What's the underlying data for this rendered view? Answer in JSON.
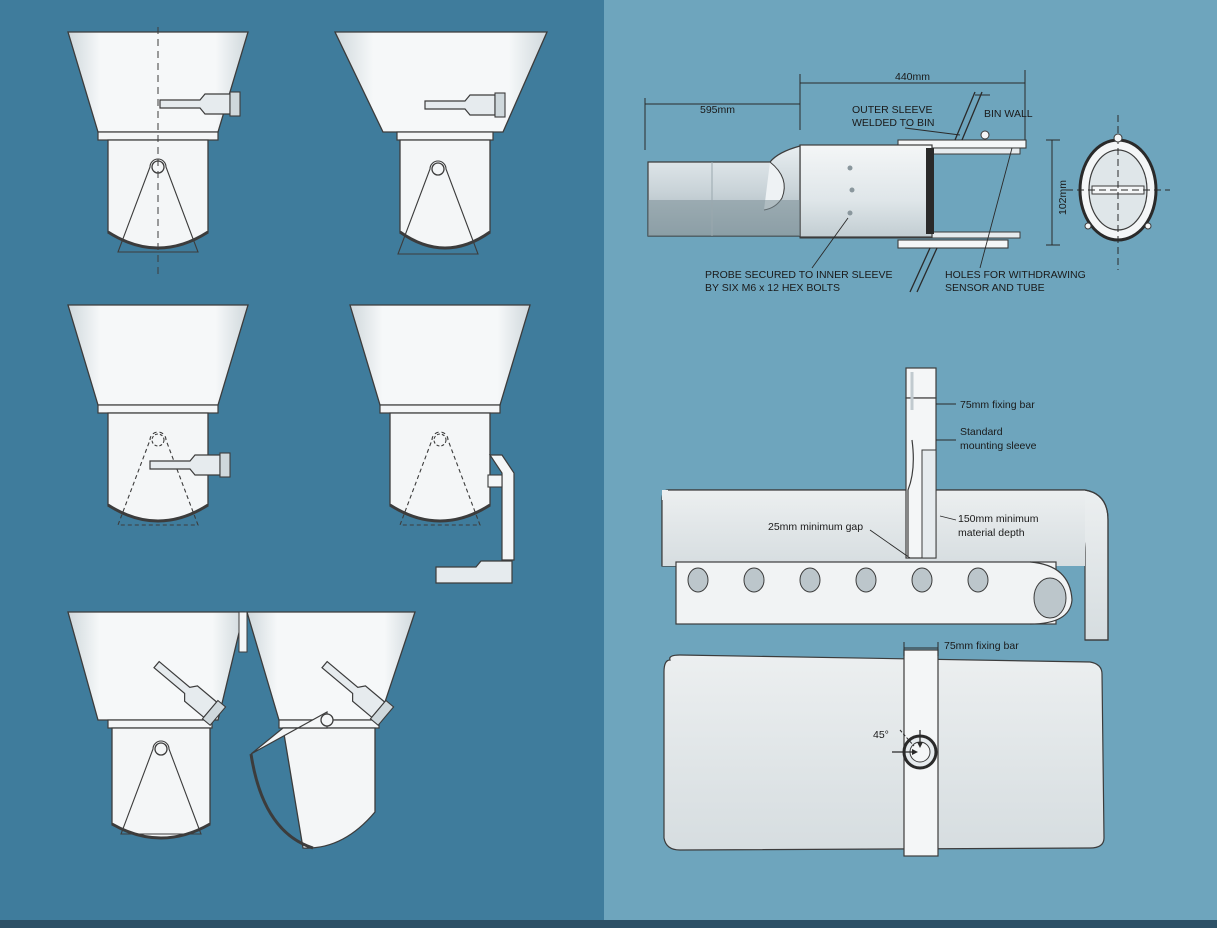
{
  "colors": {
    "left_panel": "#3f7c9c",
    "right_panel": "#6ea5bd",
    "part_fill": "#f4f6f7",
    "part_shade": "#cfd8dc",
    "outline": "#3c3c3c"
  },
  "probe_detail": {
    "dim_total": "595mm",
    "dim_sleeve": "440mm",
    "dim_diameter": "102mm",
    "label_outer_sleeve": [
      "OUTER SLEEVE",
      "WELDED TO BIN"
    ],
    "label_bin_wall": "BIN WALL",
    "label_probe_secured": [
      "PROBE SECURED TO INNER SLEEVE",
      "BY SIX M6 x 12 HEX BOLTS"
    ],
    "label_holes": [
      "HOLES FOR WITHDRAWING",
      "SENSOR AND TUBE"
    ]
  },
  "conveyor_detail": {
    "label_fixing_bar_top": "75mm fixing bar",
    "label_mounting_sleeve": [
      "Standard",
      "mounting sleeve"
    ],
    "label_min_gap": "25mm minimum gap",
    "label_material_depth": [
      "150mm minimum",
      "material depth"
    ],
    "label_fixing_bar_bottom": "75mm fixing bar",
    "label_angle": "45°"
  }
}
